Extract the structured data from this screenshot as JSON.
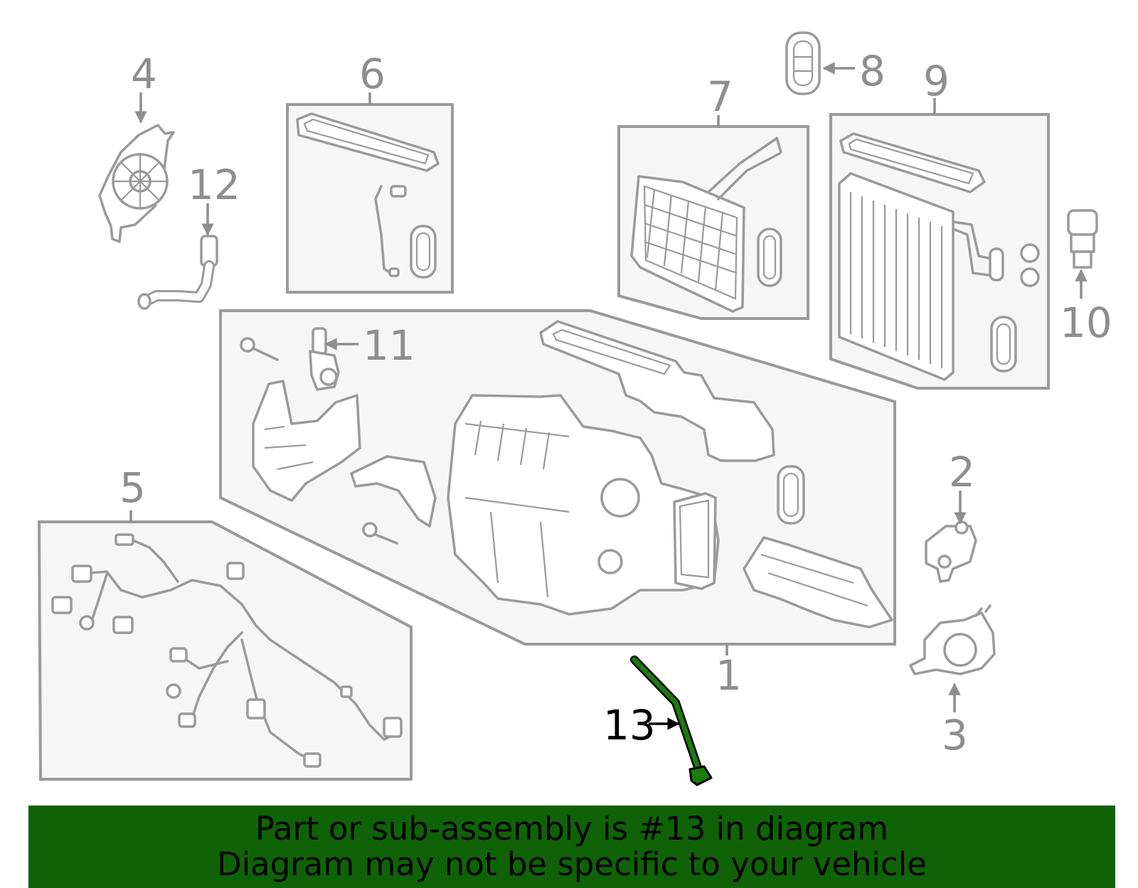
{
  "diagram": {
    "labels": {
      "p1": "1",
      "p2": "2",
      "p3": "3",
      "p4": "4",
      "p5": "5",
      "p6": "6",
      "p7": "7",
      "p8": "8",
      "p9": "9",
      "p10": "10",
      "p11": "11",
      "p12": "12",
      "p13": "13"
    },
    "highlighted_part": "13",
    "highlight_color": "#0f6306",
    "line_color": "#9a9a9a"
  },
  "banner": {
    "line1": "Part or sub-assembly is #13 in diagram",
    "line2": "Diagram may not be specific to your vehicle",
    "background": "#0f6306"
  }
}
